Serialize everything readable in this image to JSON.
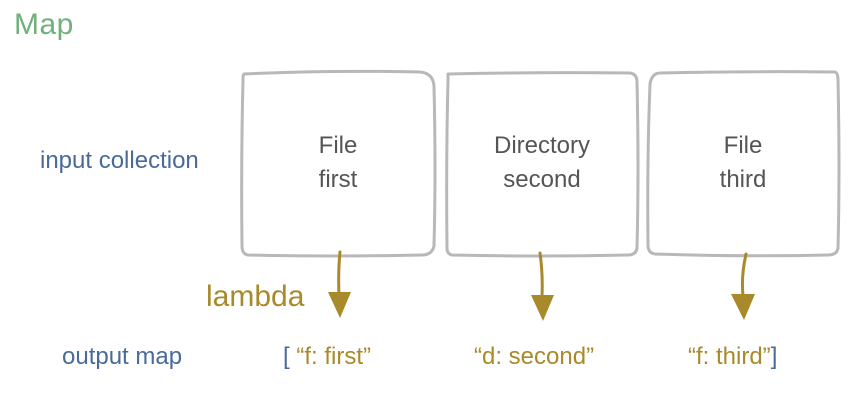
{
  "title": "Map",
  "labels": {
    "input": "input collection",
    "output": "output map",
    "lambda": "lambda"
  },
  "colors": {
    "title": "#6fb07c",
    "labels": "#4a6a9a",
    "lambda": "#a88a2a",
    "box_border": "#b8b8b8",
    "box_text": "#555555"
  },
  "boxes": [
    {
      "line1": "File",
      "line2": "first"
    },
    {
      "line1": "Directory",
      "line2": "second"
    },
    {
      "line1": "File",
      "line2": "third"
    }
  ],
  "outputs": {
    "open_bracket": "[",
    "items": [
      "“f: first”",
      "“d: second”",
      "“f: third”"
    ],
    "close_bracket": "]"
  }
}
